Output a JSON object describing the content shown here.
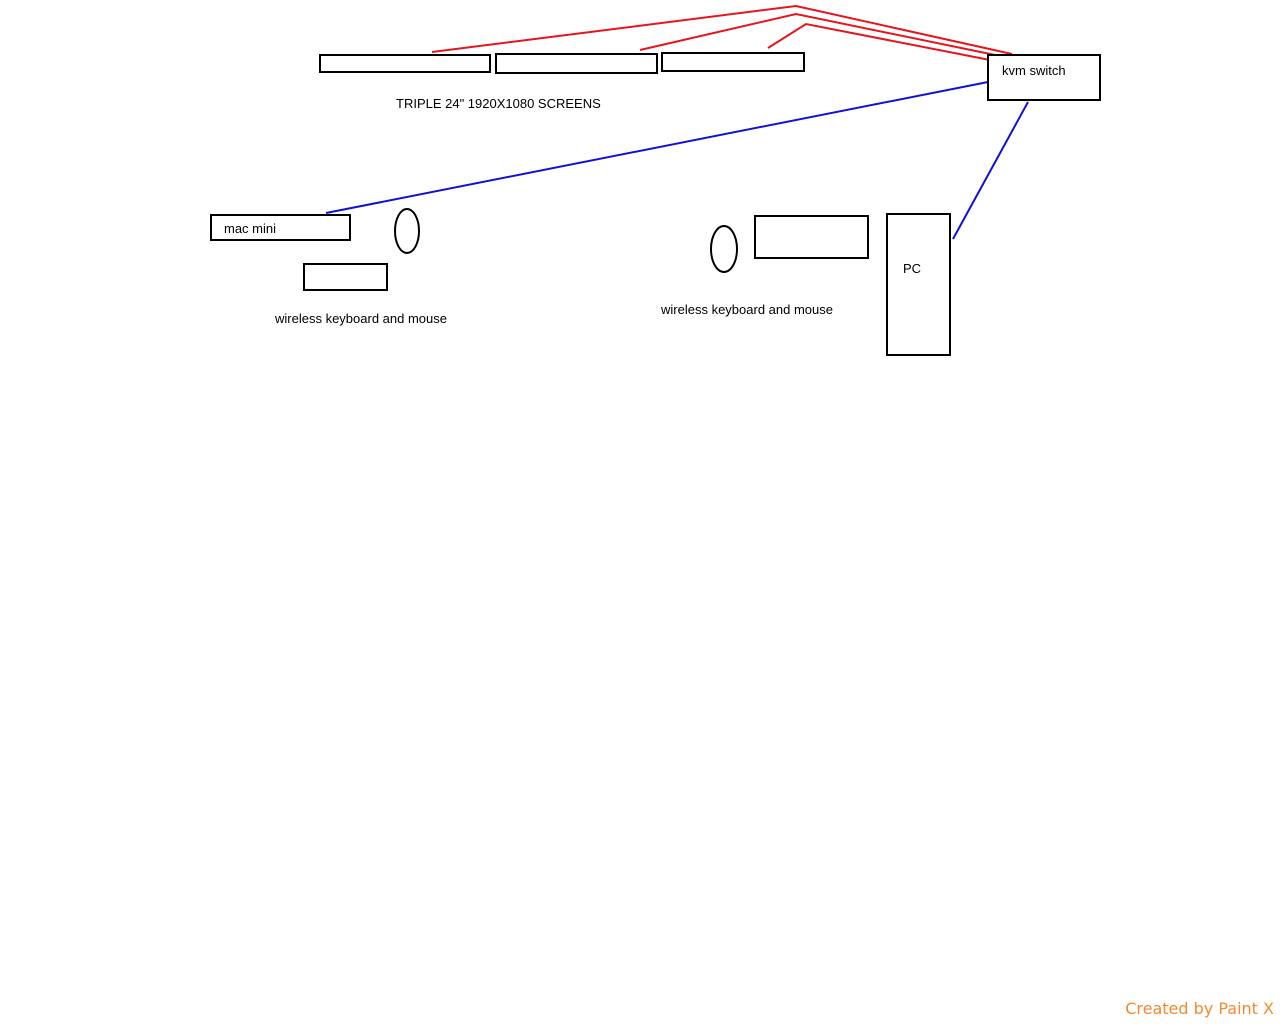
{
  "diagram": {
    "screens_caption": "TRIPLE 24\" 1920X1080 SCREENS",
    "kvm_label": "kvm switch",
    "mac_label": "mac mini",
    "pc_label": "PC",
    "left_peripherals_caption": "wireless keyboard and mouse",
    "right_peripherals_caption": "wireless keyboard and mouse"
  },
  "colors": {
    "display_cable": "#e8141c",
    "usb_cable": "#1010d8",
    "credit_text": "#f28a2e"
  },
  "footer": {
    "credit": "Created by Paint X"
  }
}
